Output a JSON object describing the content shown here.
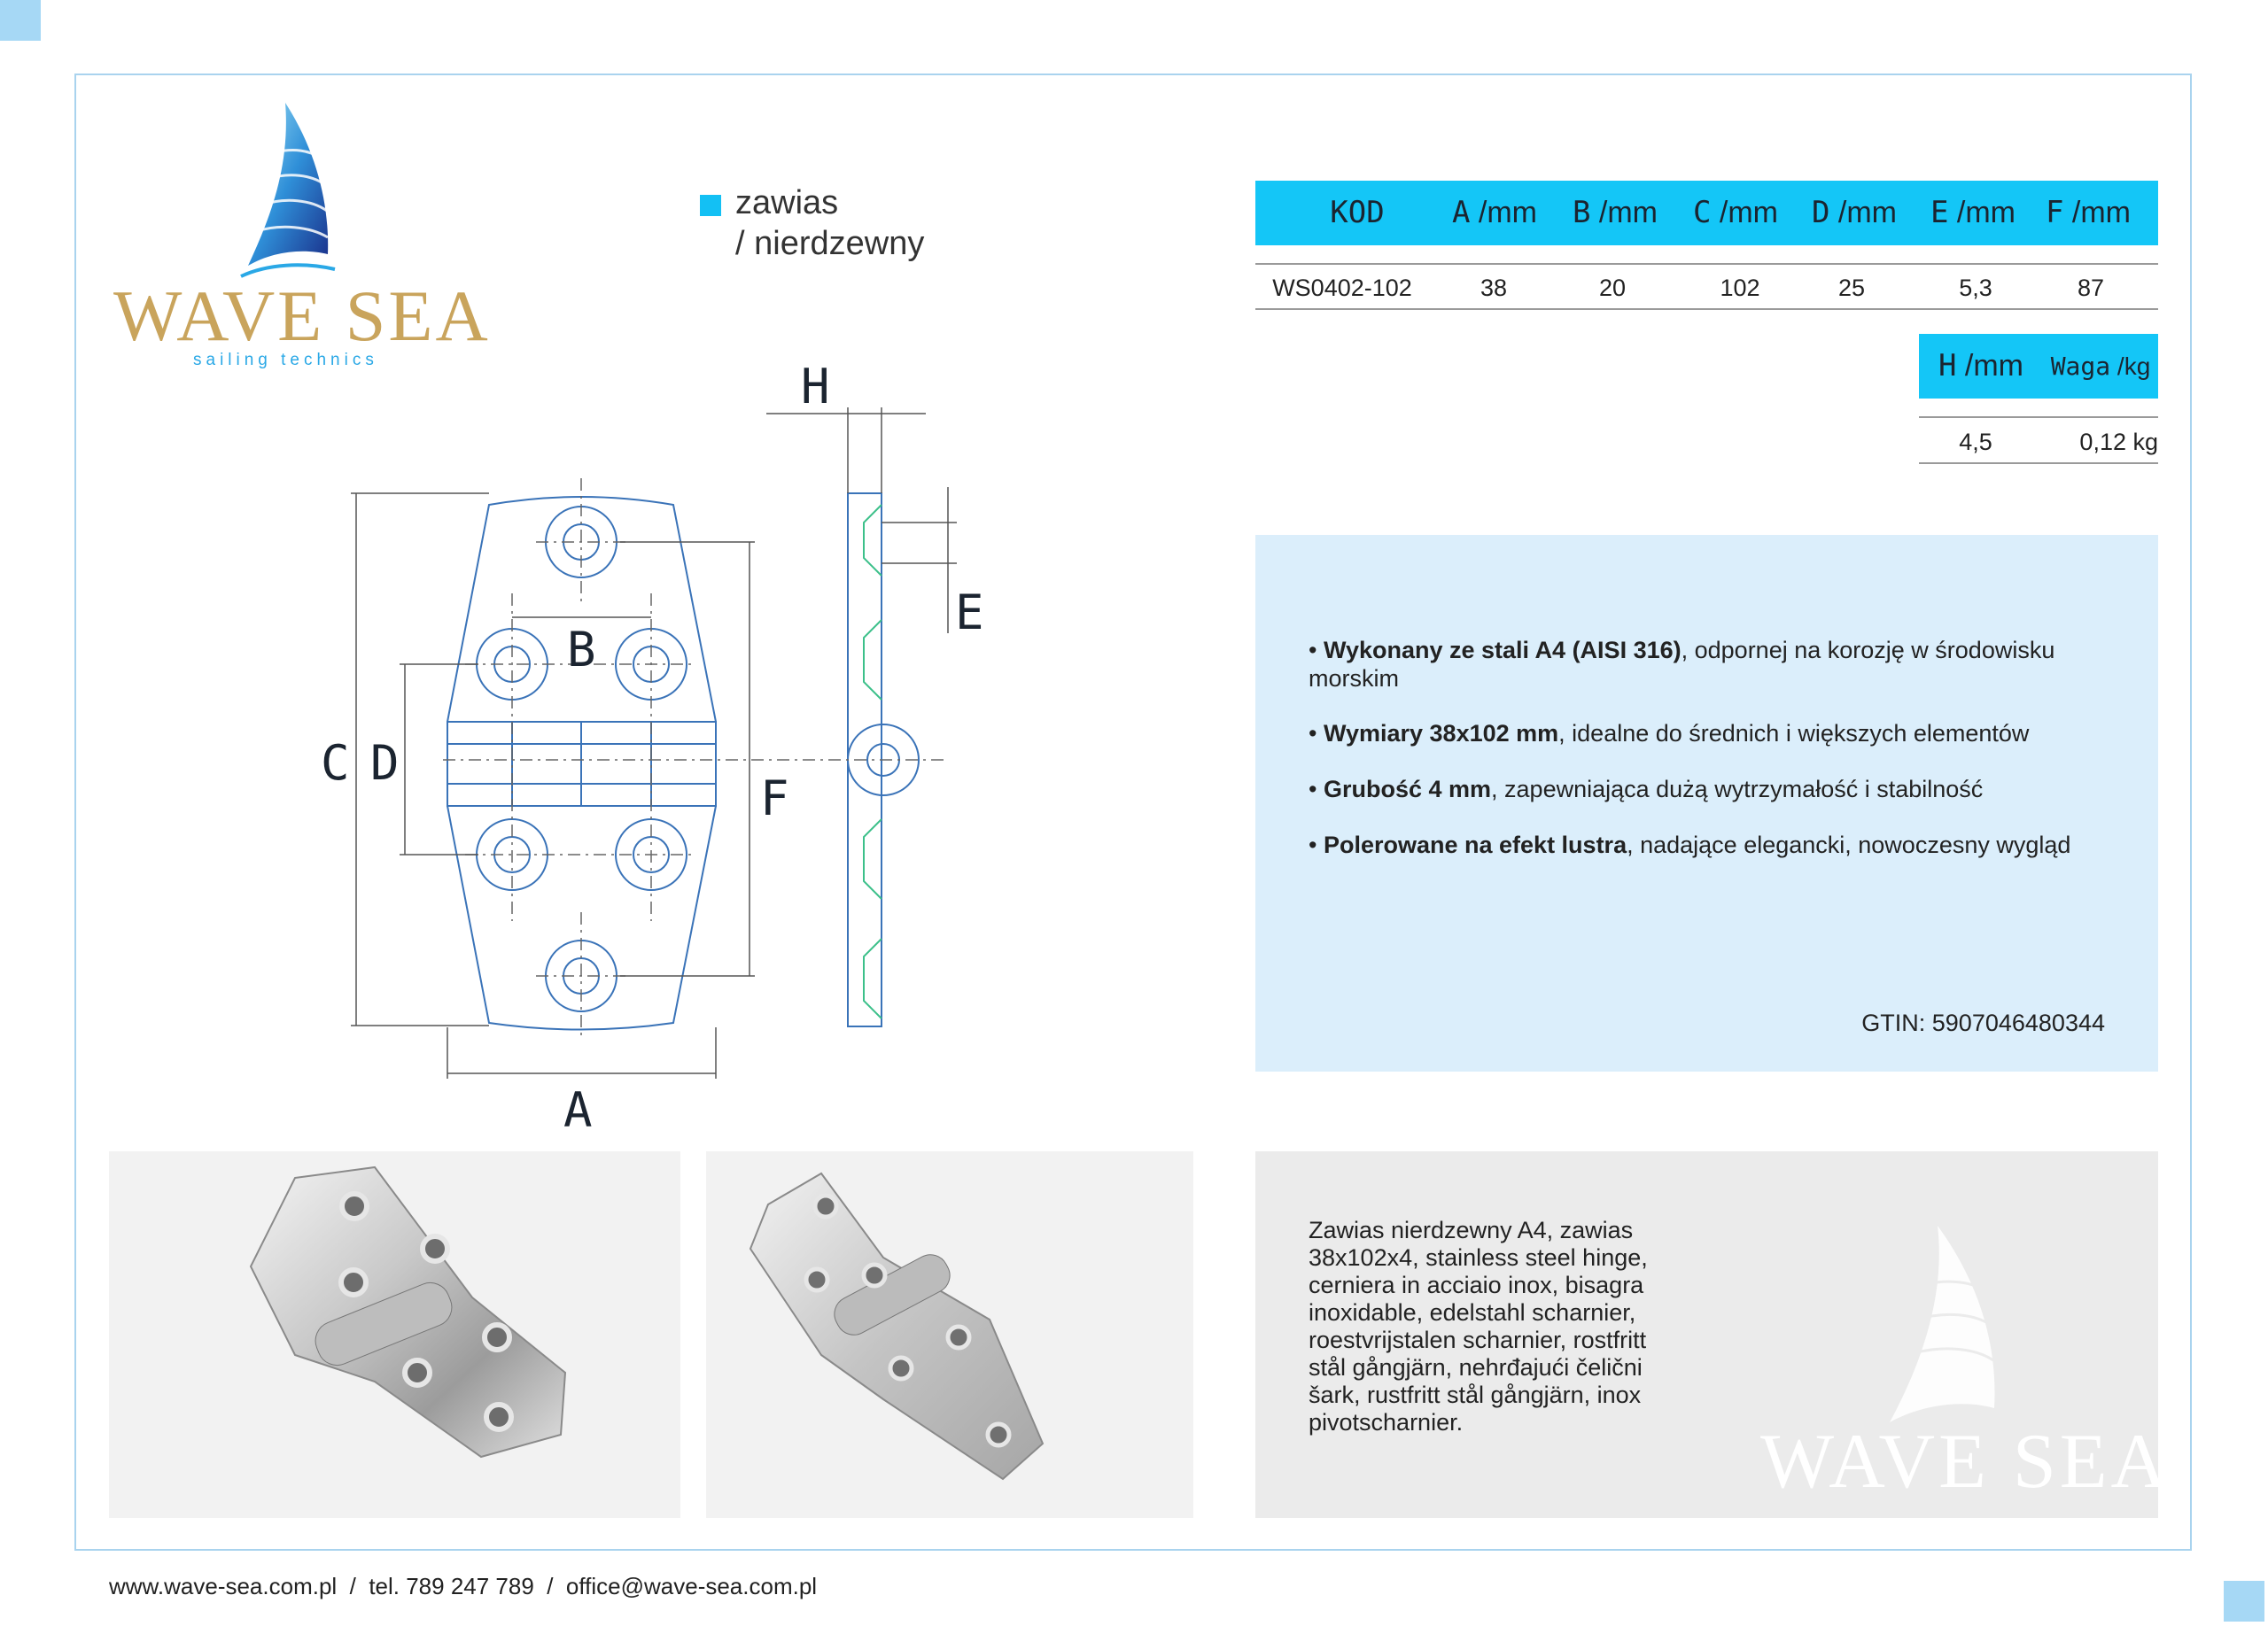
{
  "brand": {
    "name": "WAVE SEA",
    "tagline": "sailing technics"
  },
  "product": {
    "title_line1": "zawias",
    "title_line2": "/ nierdzewny"
  },
  "spec_table": {
    "headers": [
      {
        "key": "KOD",
        "unit": ""
      },
      {
        "key": "A",
        "unit": " /mm"
      },
      {
        "key": "B",
        "unit": " /mm"
      },
      {
        "key": "C",
        "unit": " /mm"
      },
      {
        "key": "D",
        "unit": " /mm"
      },
      {
        "key": "E",
        "unit": " /mm"
      },
      {
        "key": "F",
        "unit": " /mm"
      }
    ],
    "row": [
      "WS0402-102",
      "38",
      "20",
      "102",
      "25",
      "5,3",
      "87"
    ],
    "headers2": [
      {
        "key": "H",
        "unit": " /mm"
      },
      {
        "key": "Waga",
        "unit": " /kg"
      }
    ],
    "row2": [
      "4,5",
      "0,12 kg"
    ]
  },
  "drawing": {
    "labels": {
      "A": "A",
      "B": "B",
      "C": "C",
      "D": "D",
      "E": "E",
      "F": "F",
      "H": "H"
    }
  },
  "features": [
    {
      "bold": "Wykonany ze stali A4 (AISI 316)",
      "text": ", odpornej na korozję w środowisku morskim"
    },
    {
      "bold": "Wymiary 38x102 mm",
      "text": ", idealne do średnich i większych elementów"
    },
    {
      "bold": "Grubość 4 mm",
      "text": ", zapewniająca dużą wytrzymałość i stabilność"
    },
    {
      "bold": "Polerowane na efekt lustra",
      "text": ", nadające elegancki, nowoczesny wygląd"
    }
  ],
  "gtin": "GTIN: 5907046480344",
  "description": "Zawias nierdzewny A4, zawias 38x102x4, stainless steel hinge, cerniera in acciaio inox, bisagra inoxidable, edelstahl scharnier, roestvrijstalen scharnier, rostfritt stål gångjärn, nehrđajući čelični šark, rustfritt stål gångjärn, inox pivotscharnier.",
  "watermark": "WAVE SEA",
  "footer": "www.wave-sea.com.pl  /  tel. 789 247 789  /  office@wave-sea.com.pl",
  "colors": {
    "accent": "#14c6f7",
    "feature_bg": "#dbeefb",
    "desc_bg": "#ebebeb",
    "logo_gold": "#c9a45c",
    "drawing_line": "#3a73b8"
  }
}
